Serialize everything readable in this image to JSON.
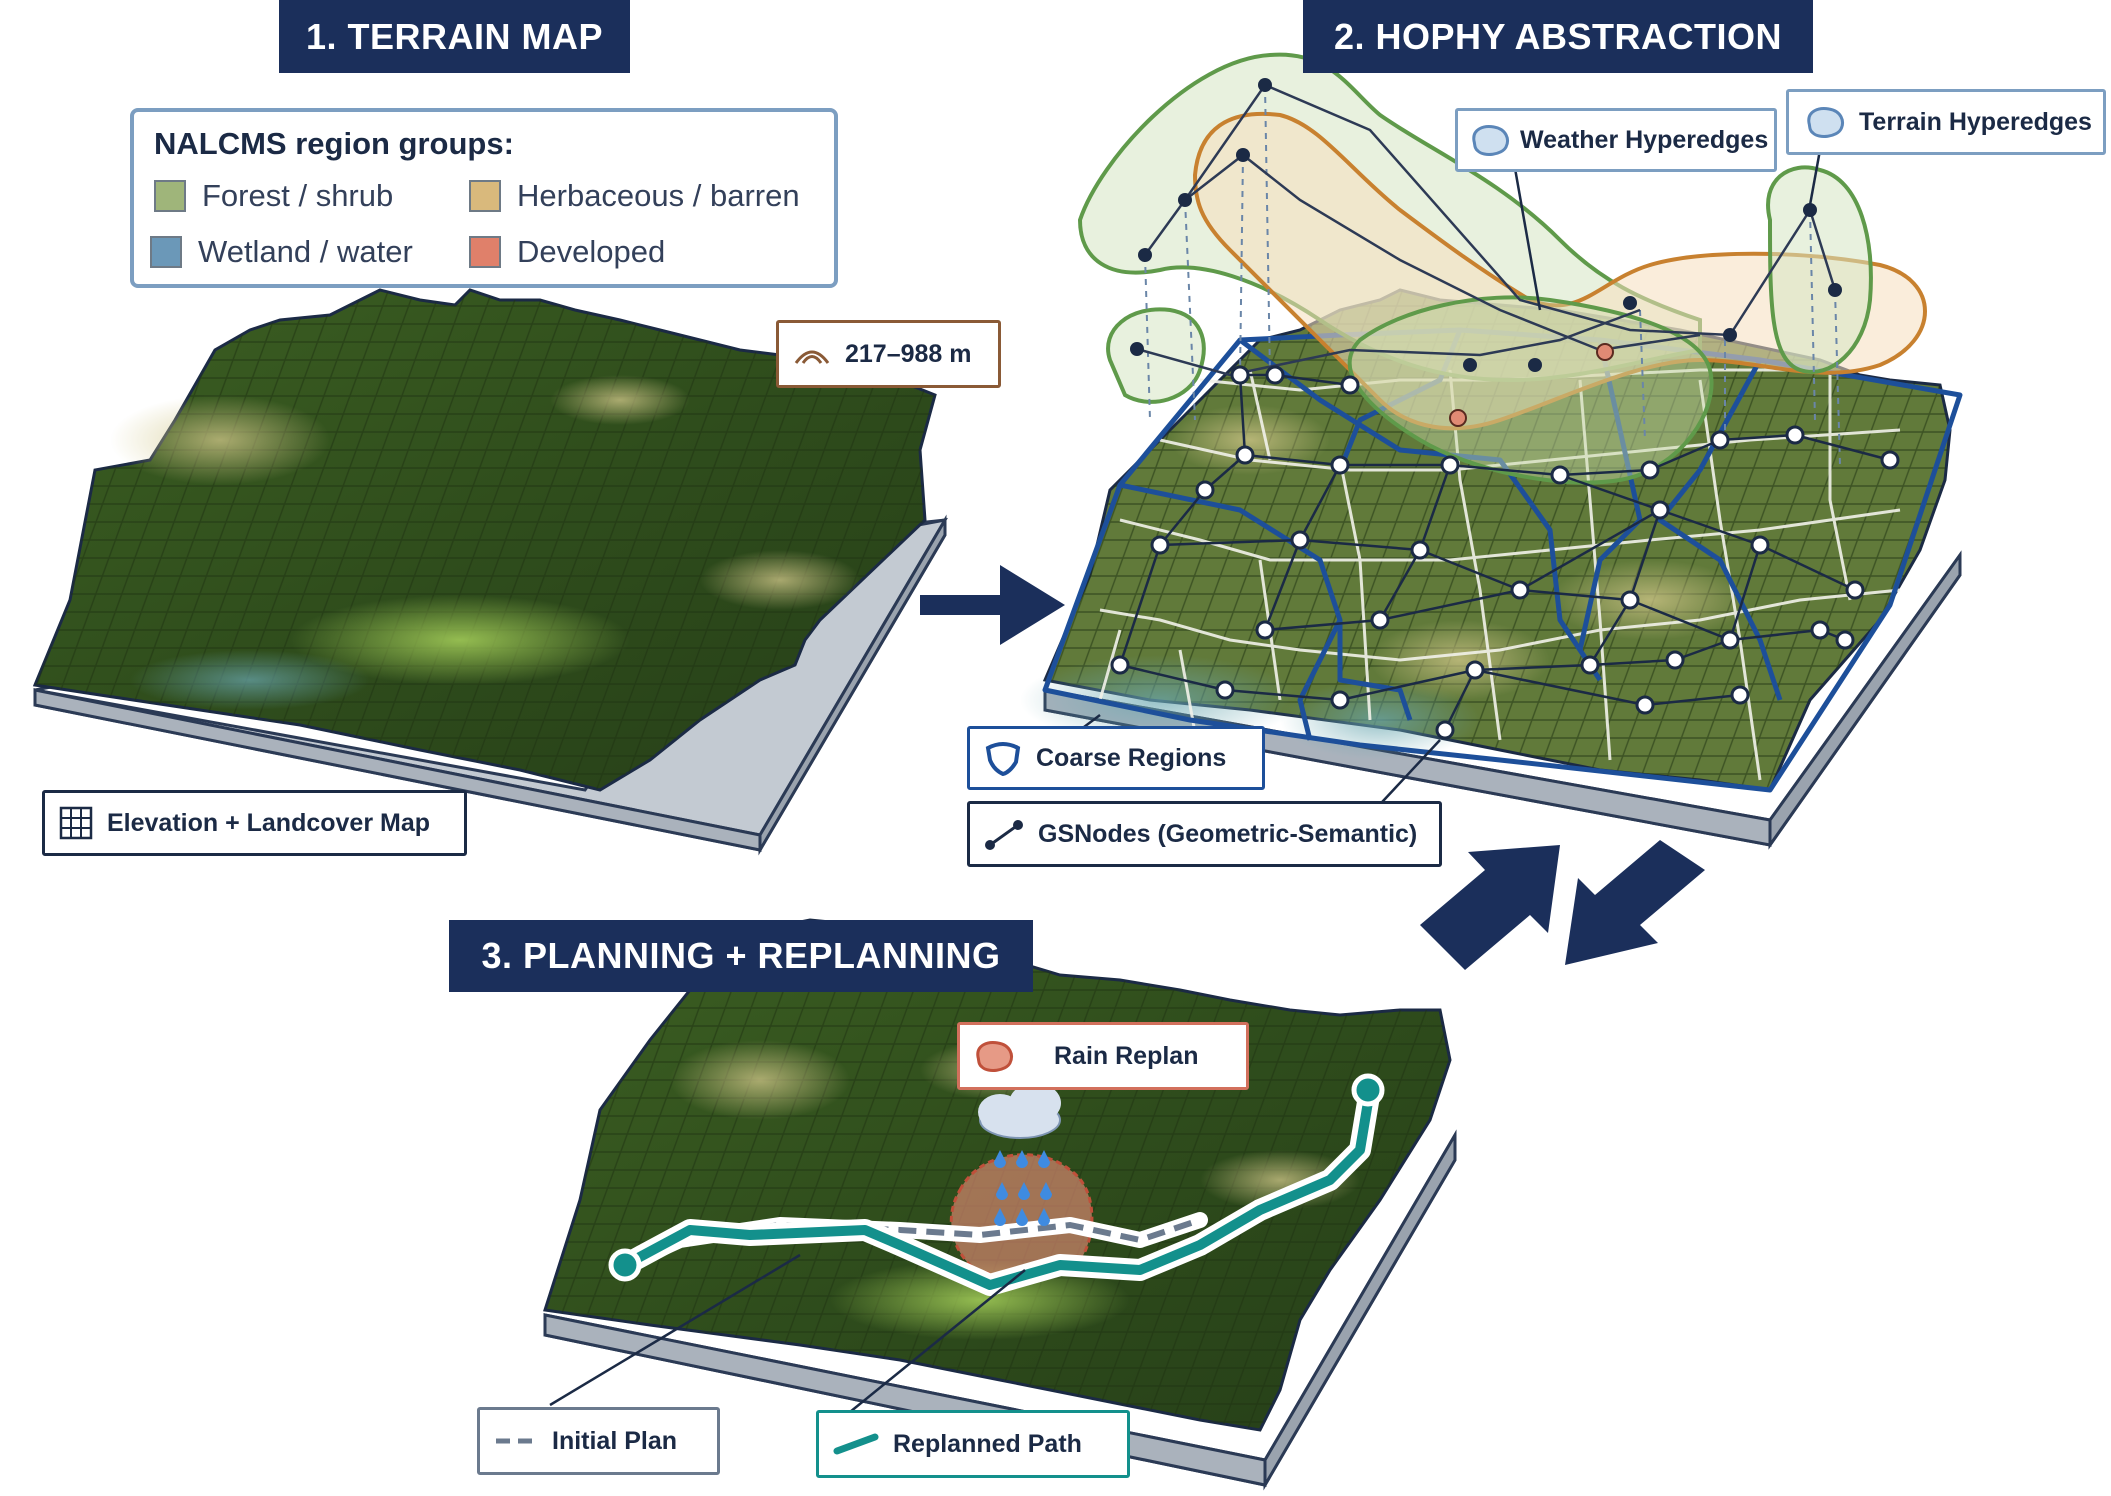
{
  "sections": {
    "terrain_title": "1. TERRAIN MAP",
    "hophy_title": "2. HOPHY ABSTRACTION",
    "planning_title": "3. PLANNING + REPLANNING"
  },
  "legend": {
    "title": "NALCMS region groups:",
    "items": [
      {
        "label": "Forest / shrub",
        "color": "#9fb57a"
      },
      {
        "label": "Herbaceous / barren",
        "color": "#d9b97c"
      },
      {
        "label": "Wetland / water",
        "color": "#6b98b8"
      },
      {
        "label": "Developed",
        "color": "#e0806a"
      }
    ]
  },
  "terrain": {
    "elevation_range": "217–988 m",
    "map_label": "Elevation + Landcover Map"
  },
  "hophy": {
    "weather_label": "Weather Hyperedges",
    "terrain_label": "Terrain Hyperedges",
    "coarse_label": "Coarse Regions",
    "gsnodes_label": "GSNodes (Geometric-Semantic)"
  },
  "planning": {
    "rain_label": "Rain Replan",
    "initial_label": "Initial Plan",
    "replanned_label": "Replanned Path"
  },
  "colors": {
    "navy": "#1b2f5b",
    "terrain_dark": "#2c4a1c",
    "terrain_light": "#6f9a3a",
    "teal": "#13908c",
    "weather_edge": "#c8812f",
    "terrain_edge": "#5f9a4a",
    "coarse_border": "#1d4f9a",
    "rain": "#e08a74"
  },
  "icons": [
    "contour-icon",
    "grid-icon",
    "cloud-icon",
    "shield-outline-icon",
    "node-link-icon",
    "rain-blob-icon",
    "dashed-line-icon",
    "teal-line-icon"
  ]
}
